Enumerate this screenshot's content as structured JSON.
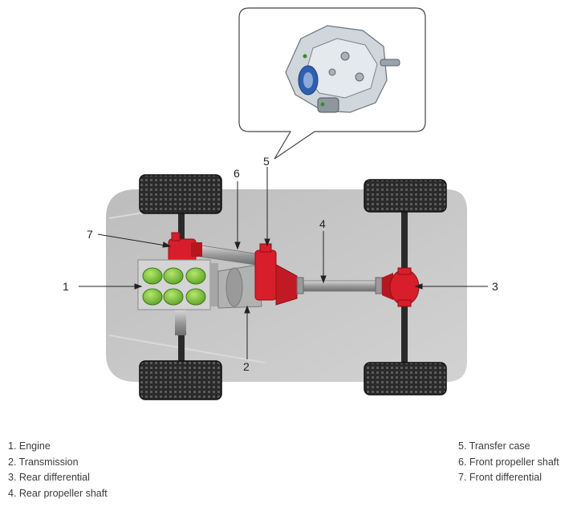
{
  "callouts": {
    "c1": "1",
    "c2": "2",
    "c3": "3",
    "c4": "4",
    "c5": "5",
    "c6": "6",
    "c7": "7"
  },
  "legend": {
    "left": [
      "1. Engine",
      "2. Transmission",
      "3. Rear differential",
      "4. Rear propeller shaft"
    ],
    "right": [
      "5. Transfer case",
      "6. Front propeller shaft",
      "7. Front differential"
    ]
  },
  "colors": {
    "body": "#c8c8c8",
    "tire": "#1e1e1e",
    "red_component": "#d81e2a",
    "engine_green": "#7cc23a",
    "shaft": "#a9a9a9"
  }
}
